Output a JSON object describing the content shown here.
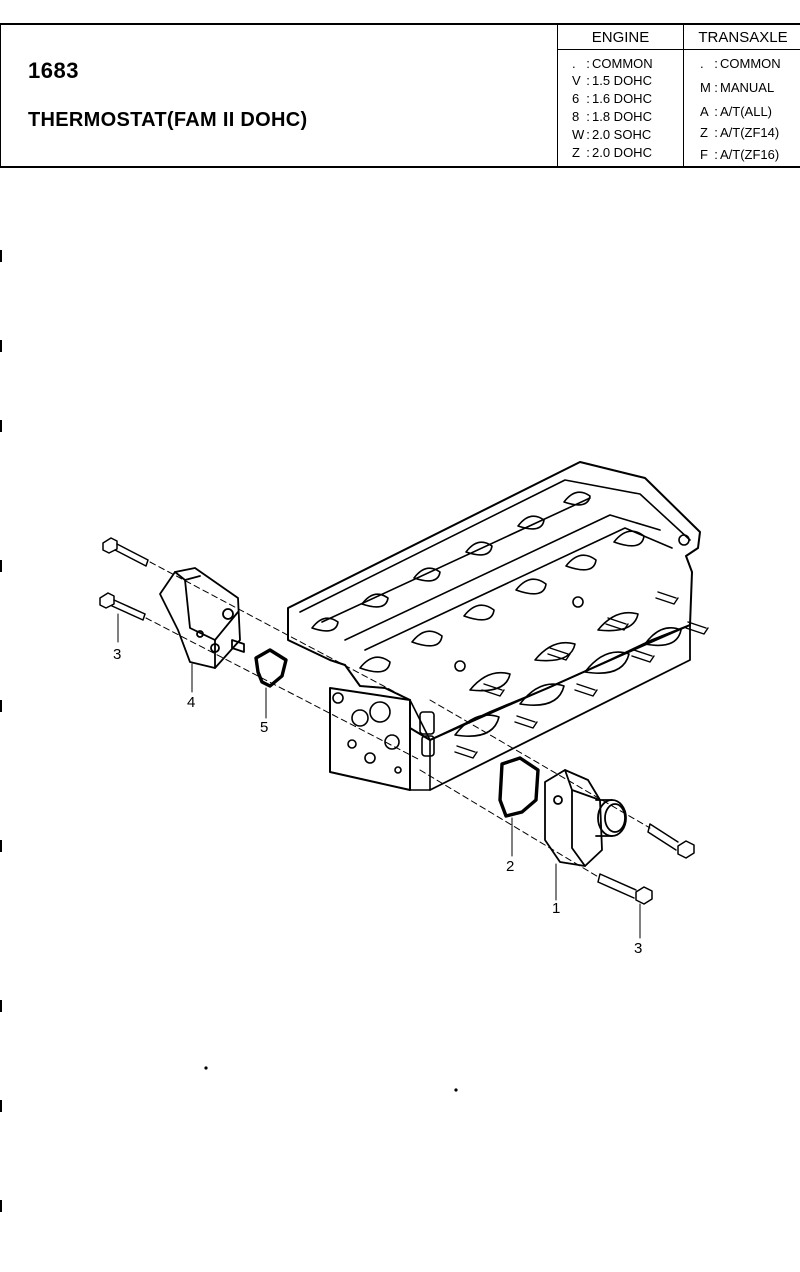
{
  "header": {
    "part_number": "1683",
    "title": "THERMOSTAT(FAM II DOHC)",
    "engine_heading": "ENGINE",
    "transaxle_heading": "TRANSAXLE",
    "engine_options": [
      {
        "code": ".",
        "label": "COMMON"
      },
      {
        "code": "V",
        "label": "1.5 DOHC"
      },
      {
        "code": "6",
        "label": "1.6 DOHC"
      },
      {
        "code": "8",
        "label": "1.8 DOHC"
      },
      {
        "code": "W",
        "label": "2.0 SOHC"
      },
      {
        "code": "Z",
        "label": "2.0 DOHC"
      }
    ],
    "transaxle_options": [
      {
        "code": ".",
        "label": "COMMON"
      },
      {
        "code": "M",
        "label": "MANUAL"
      },
      {
        "code": "A",
        "label": "A/T(ALL)"
      },
      {
        "code": "Z",
        "label": "A/T(ZF14)"
      },
      {
        "code": "F",
        "label": "A/T(ZF16)"
      }
    ]
  },
  "callouts": {
    "c1": "1",
    "c2": "2",
    "c3_left": "3",
    "c3_right": "3",
    "c4": "4",
    "c5": "5"
  }
}
